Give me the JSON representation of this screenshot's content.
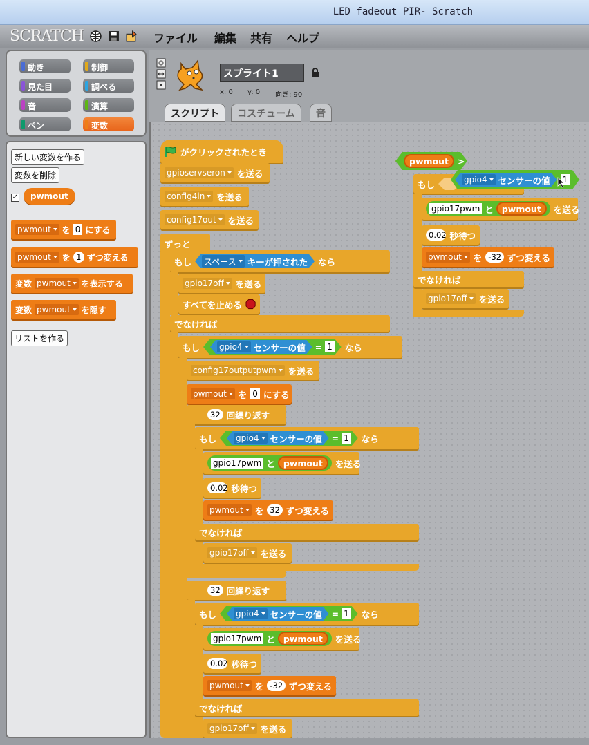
{
  "window": {
    "title": "LED_fadeout_PIR- Scratch"
  },
  "menu": {
    "logo": "SCRATCH",
    "file": "ファイル",
    "edit": "編集",
    "share": "共有",
    "help": "ヘルプ"
  },
  "categories": [
    {
      "label": "動き",
      "color": "#4a6cd4"
    },
    {
      "label": "制御",
      "color": "#e1a91a"
    },
    {
      "label": "見た目",
      "color": "#8a55d7"
    },
    {
      "label": "調べる",
      "color": "#2ca5e2"
    },
    {
      "label": "音",
      "color": "#bb42c3"
    },
    {
      "label": "演算",
      "color": "#5cb712"
    },
    {
      "label": "ペン",
      "color": "#0e9a6c"
    },
    {
      "label": "変数",
      "color": "#ee7d16"
    }
  ],
  "palette": {
    "make_variable": "新しい変数を作る",
    "delete_variable": "変数を削除",
    "variable_reporter": "pwmout",
    "set_block": {
      "var": "pwmout",
      "word": "を",
      "value": "0",
      "suffix": "にする"
    },
    "change_block": {
      "var": "pwmout",
      "word": "を",
      "value": "1",
      "suffix": "ずつ変える"
    },
    "show_block": {
      "prefix": "変数",
      "var": "pwmout",
      "suffix": "を表示する"
    },
    "hide_block": {
      "prefix": "変数",
      "var": "pwmout",
      "suffix": "を隠す"
    },
    "make_list": "リストを作る"
  },
  "sprite": {
    "name": "スプライト1",
    "x": "x: 0",
    "y": "y: 0",
    "direction": "向き: 90"
  },
  "tabs": [
    "スクリプト",
    "コスチューム",
    "音"
  ],
  "scripts": {
    "hat": "がクリックされたとき",
    "send": "を送る",
    "forever": "ずっと",
    "if": "もし",
    "then": "なら",
    "else": "でなければ",
    "repeat": "回繰り返す",
    "wait": "秒待つ",
    "stop_all": "すべてを止める",
    "set_to": "にする",
    "change_by": "ずつ変える",
    "wo": "を",
    "to": "と",
    "key_pressed": "キーが押された",
    "sensor_value": "センサーの値",
    "eq": "=",
    "gt": ">",
    "msg1": "gpioservseron",
    "msg2": "config4in",
    "msg3": "config17out",
    "key": "スペース",
    "msg4": "gpio17off",
    "sensor": "gpio4",
    "one": "1",
    "msg5": "config17outputpwm",
    "var": "pwmout",
    "zero": "0",
    "repeat_count": "32",
    "join_text": "gpio17pwm",
    "wait_time": "0.02",
    "inc": "32",
    "dec": "-32"
  }
}
